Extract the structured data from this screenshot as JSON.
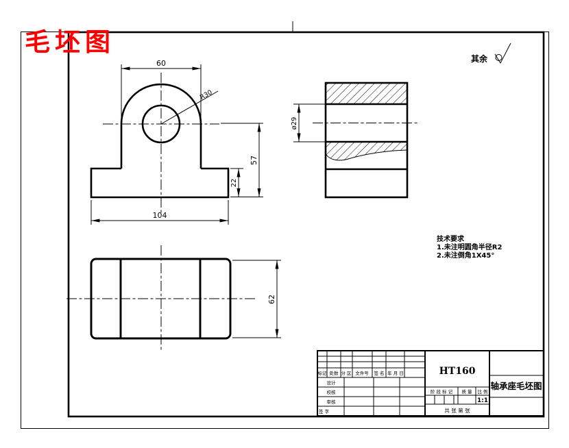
{
  "title": {
    "red_label": "毛坯图"
  },
  "surface": {
    "rest_label": "其余"
  },
  "dims": {
    "front_top_width": "60",
    "front_arc_radius": "R30",
    "front_center_height": "57",
    "front_base_height": "22",
    "front_base_width": "104",
    "side_hole_dia": "ø29",
    "plan_depth": "62"
  },
  "tech": {
    "heading": "技术要求",
    "item1": "1.未注明圆角半径R2",
    "item2": "2.未注倒角1X45°"
  },
  "title_block": {
    "material": "HT160",
    "drawing_title": "轴承座毛坯图",
    "header_mark": "标记",
    "header_count": "处数",
    "header_zone": "分 区",
    "header_file": "文件号",
    "header_sign": "签 名",
    "header_date": "年 月 日",
    "sig_row1": "设计",
    "sig_row2": "校核",
    "sig_row3": "审核",
    "sig_row4": "签  字",
    "stage_label": "阶 段 标 记",
    "mass_label": "质 量",
    "scale_label": "比 例",
    "scale_value": "1:1",
    "sheet_label": "共    张  第    张"
  },
  "colors": {
    "accent_red": "#fe0000",
    "line_black": "#000000"
  }
}
